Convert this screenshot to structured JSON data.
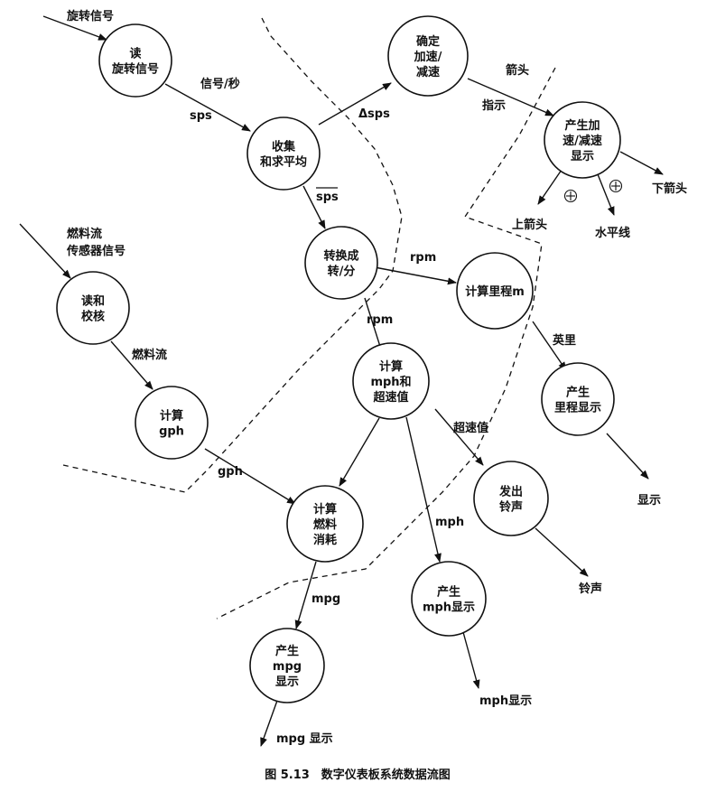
{
  "nodes": {
    "read_rotation": [
      "读",
      "旋转信号"
    ],
    "collect_average": [
      "收集",
      "和求平均"
    ],
    "determine_accel": [
      "确定",
      "加速/",
      "减速"
    ],
    "produce_accel_display": [
      "产生加",
      "速/减速",
      "显示"
    ],
    "convert_rpm": [
      "转换成",
      "转/分"
    ],
    "compute_mileage": [
      "计算里程m"
    ],
    "produce_mileage_display": [
      "产生",
      "里程显示"
    ],
    "read_check": [
      "读和",
      "校核"
    ],
    "compute_gph": [
      "计算",
      "gph"
    ],
    "compute_mph": [
      "计算",
      "mph和",
      "超速值"
    ],
    "sound_chime": [
      "发出",
      "铃声"
    ],
    "compute_fuel": [
      "计算",
      "燃料",
      "消耗"
    ],
    "produce_mph_display": [
      "产生",
      "mph显示"
    ],
    "produce_mpg_display": [
      "产生",
      "mpg",
      "显示"
    ]
  },
  "labels": {
    "rotation_signal_in": "旋转信号",
    "signal_per_sec": "信号/秒",
    "sps": "sps",
    "delta_sps": "Δsps",
    "sps_bar": "sps",
    "arrow_label": "箭头",
    "indicate": "指示",
    "lower_arrow": "下箭头",
    "upper_arrow": "上箭头",
    "horizontal_line": "水平线",
    "fuel_sensor_line1": "燃料流",
    "fuel_sensor_line2": "传感器信号",
    "fuel_flow": "燃料流",
    "rpm_right": "rpm",
    "rpm_down": "rpm",
    "miles": "英里",
    "display_out": "显示",
    "gph": "gph",
    "overspeed": "超速值",
    "mph": "mph",
    "chime_out": "铃声",
    "mpg": "mpg",
    "mph_display_out": "mph显示",
    "mpg_display_out": "mpg 显示"
  },
  "caption": "图 5.13　数字仪表板系统数据流图"
}
